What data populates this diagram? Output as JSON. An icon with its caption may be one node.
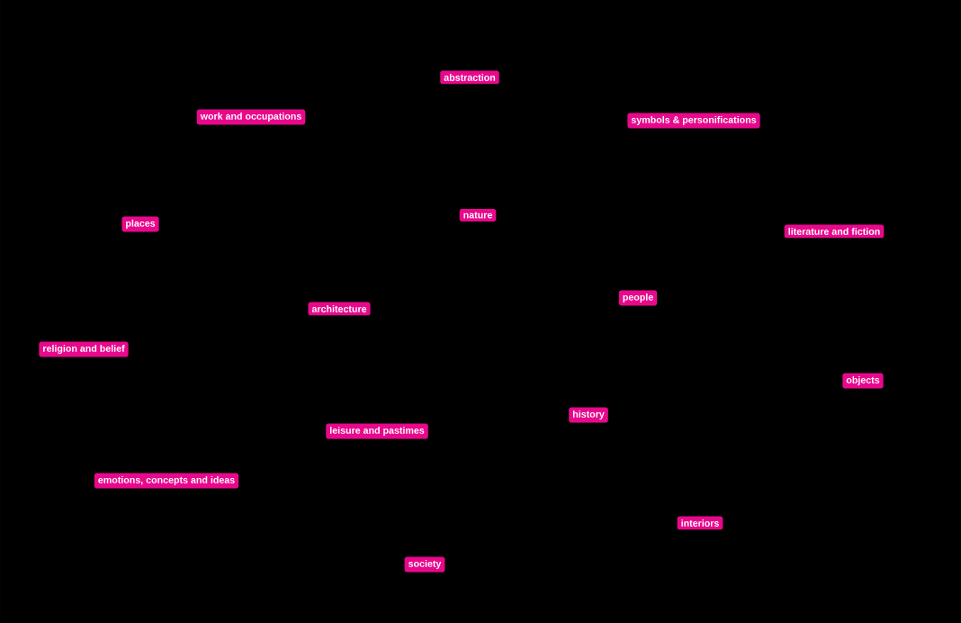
{
  "diagram": {
    "nodes": [
      {
        "text": [
          "abstraction"
        ]
      },
      {
        "text": [
          "work and occupations"
        ]
      },
      {
        "text": [
          "symbols & personifications"
        ]
      },
      {
        "text": [
          "nature"
        ]
      },
      {
        "text": [
          "places"
        ]
      },
      {
        "text": [
          "literature and fiction"
        ]
      },
      {
        "text": [
          "people"
        ]
      },
      {
        "text": [
          "architecture"
        ]
      },
      {
        "text": [
          "religion and belief"
        ]
      },
      {
        "text": [
          "objects"
        ]
      },
      {
        "text": [
          "history"
        ]
      },
      {
        "text": [
          "leisure and pastimes"
        ]
      },
      {
        "text": [
          "emotions, concepts and ideas"
        ]
      },
      {
        "text": [
          "interiors"
        ]
      },
      {
        "text": [
          "society"
        ]
      }
    ]
  }
}
